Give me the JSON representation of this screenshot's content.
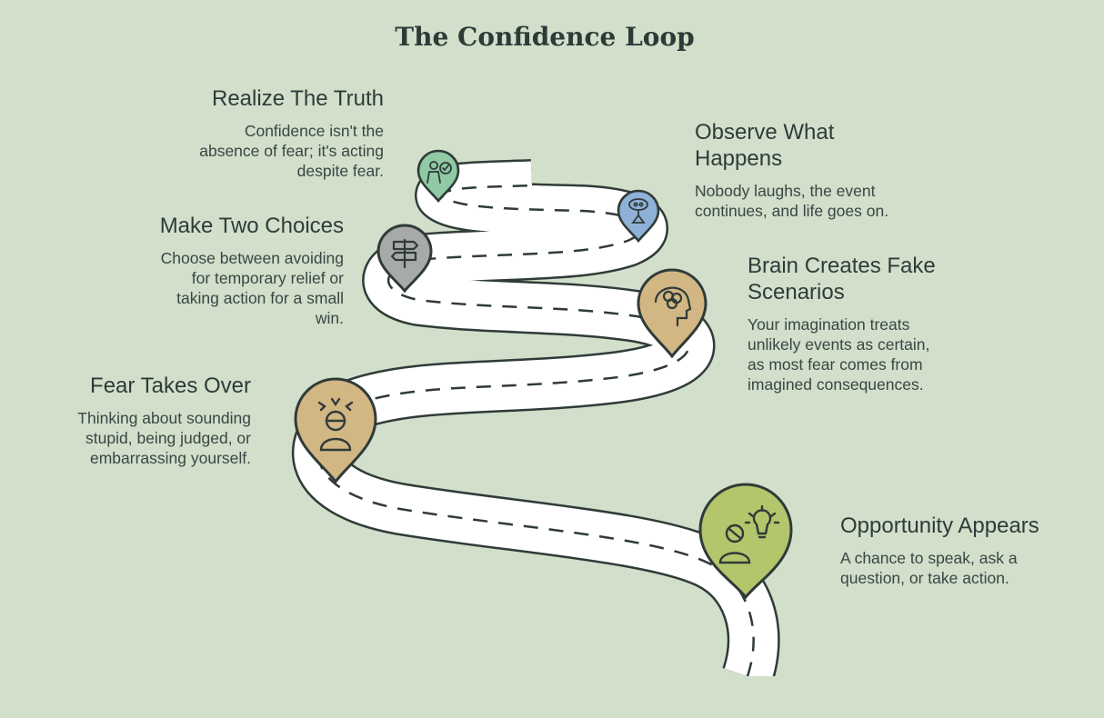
{
  "title": "The Confidence Loop",
  "steps": [
    {
      "id": "opportunity",
      "heading": "Opportunity Appears",
      "desc": "A chance to speak, ask a question, or take action.",
      "color": "#b3c66c",
      "icon": "person-lightbulb-icon"
    },
    {
      "id": "fear",
      "heading": "Fear Takes Over",
      "desc": "Thinking about sounding stupid, being judged, or embarrassing yourself.",
      "color": "#d2b684",
      "icon": "stressed-person-icon"
    },
    {
      "id": "brain",
      "heading": "Brain Creates Fake Scenarios",
      "desc": "Your imagination treats unlikely events as certain, as most fear comes from imagined consequences.",
      "color": "#d2b684",
      "icon": "head-brain-icon"
    },
    {
      "id": "choices",
      "heading": "Make Two Choices",
      "desc": "Choose between avoiding for temporary relief or taking action for a small win.",
      "color": "#a7aaa9",
      "icon": "signpost-icon"
    },
    {
      "id": "observe",
      "heading": "Observe What Happens",
      "desc": "Nobody laughs, the event continues, and life goes on.",
      "color": "#8fb0d7",
      "icon": "observer-icon"
    },
    {
      "id": "truth",
      "heading": "Realize The Truth",
      "desc": "Confidence isn't the absence of fear; it's acting despite fear.",
      "color": "#8fcaa5",
      "icon": "person-checkmark-icon"
    }
  ]
}
